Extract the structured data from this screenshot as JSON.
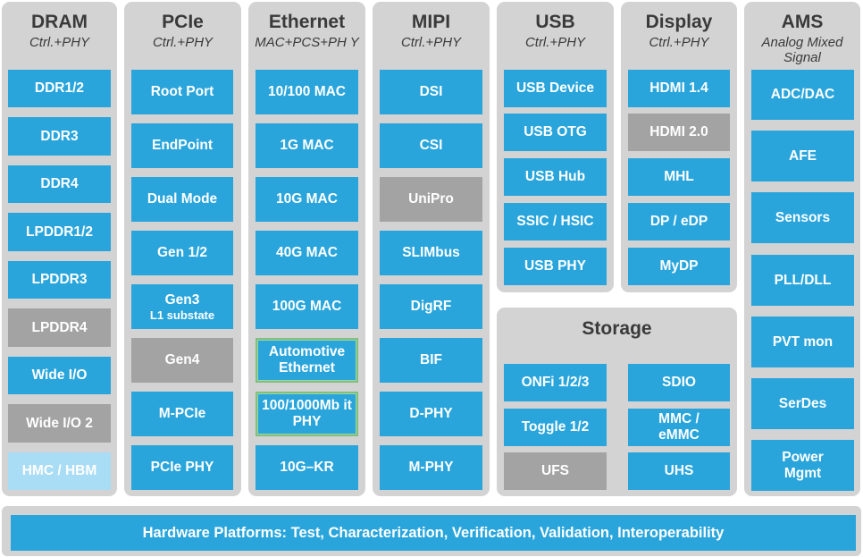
{
  "dram": {
    "title": "DRAM",
    "subtitle": "Ctrl.+PHY",
    "items": [
      "DDR1/2",
      "DDR3",
      "DDR4",
      "LPDDR1/2",
      "LPDDR3",
      "LPDDR4",
      "Wide I/O",
      "Wide I/O 2",
      "HMC / HBM"
    ]
  },
  "pcie": {
    "title": "PCIe",
    "subtitle": "Ctrl.+PHY",
    "items": [
      "Root Port",
      "EndPoint",
      "Dual Mode",
      "Gen 1/2",
      "Gen3",
      "L1 substate",
      "Gen4",
      "M-PCIe",
      "PCIe PHY"
    ]
  },
  "ethernet": {
    "title": "Ethernet",
    "subtitle": "MAC+PCS+PH Y",
    "items": [
      "10/100 MAC",
      "1G MAC",
      "10G MAC",
      "40G MAC",
      "100G MAC",
      "Automotive Ethernet",
      "100/1000Mb it PHY",
      "10G–KR"
    ]
  },
  "mipi": {
    "title": "MIPI",
    "subtitle": "Ctrl.+PHY",
    "items": [
      "DSI",
      "CSI",
      "UniPro",
      "SLIMbus",
      "DigRF",
      "BIF",
      "D-PHY",
      "M-PHY"
    ]
  },
  "usb": {
    "title": "USB",
    "subtitle": "Ctrl.+PHY",
    "items": [
      "USB Device",
      "USB OTG",
      "USB Hub",
      "SSIC / HSIC",
      "USB PHY"
    ]
  },
  "display": {
    "title": "Display",
    "subtitle": "Ctrl.+PHY",
    "items": [
      "HDMI 1.4",
      "HDMI 2.0",
      "MHL",
      "DP / eDP",
      "MyDP"
    ]
  },
  "ams": {
    "title": "AMS",
    "subtitle": "Analog Mixed Signal",
    "items": [
      "ADC/DAC",
      "AFE",
      "Sensors",
      "PLL/DLL",
      "PVT mon",
      "SerDes",
      "Power Mgmt"
    ]
  },
  "storage": {
    "title": "Storage",
    "items": [
      "ONFi 1/2/3",
      "SDIO",
      "Toggle 1/2",
      "MMC / eMMC",
      "UFS",
      "UHS"
    ]
  },
  "footer": {
    "text": "Hardware Platforms:  Test, Characterization, Verification, Validation, Interoperability"
  },
  "colors": {
    "available": "#29a5dc",
    "in_development": "#a3a3a3",
    "planned": "#a9dcf5",
    "panel": "#d3d3d3"
  }
}
